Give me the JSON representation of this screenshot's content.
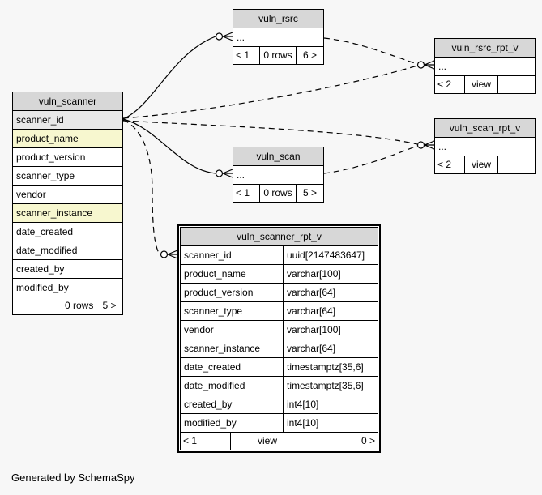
{
  "page": {
    "credit": "Generated by SchemaSpy",
    "background": "#f7f7f7"
  },
  "colors": {
    "page_bg": "#f7f7f7",
    "header_bg": "#d7d7d7",
    "pk_bg": "#e8e8e8",
    "indexed_bg": "#f7f7cf",
    "row_bg": "#ffffff",
    "line": "#000000"
  },
  "tables": {
    "vuln_scanner": {
      "title": "vuln_scanner",
      "columns": [
        {
          "name": "scanner_id",
          "style": "pk"
        },
        {
          "name": "product_name",
          "style": "idx"
        },
        {
          "name": "product_version"
        },
        {
          "name": "scanner_type"
        },
        {
          "name": "vendor"
        },
        {
          "name": "scanner_instance",
          "style": "idx"
        },
        {
          "name": "date_created"
        },
        {
          "name": "date_modified"
        },
        {
          "name": "created_by"
        },
        {
          "name": "modified_by"
        }
      ],
      "footer": {
        "left": "",
        "mid": "0 rows",
        "right": "5 >"
      }
    },
    "vuln_rsrc": {
      "title": "vuln_rsrc",
      "body": "...",
      "footer": {
        "left": "< 1",
        "mid": "0 rows",
        "right": "6 >"
      }
    },
    "vuln_rsrc_rpt_v": {
      "title": "vuln_rsrc_rpt_v",
      "body": "...",
      "footer": {
        "left": "< 2",
        "mid": "view",
        "right": ""
      }
    },
    "vuln_scan": {
      "title": "vuln_scan",
      "body": "...",
      "footer": {
        "left": "< 1",
        "mid": "0 rows",
        "right": "5 >"
      }
    },
    "vuln_scan_rpt_v": {
      "title": "vuln_scan_rpt_v",
      "body": "...",
      "footer": {
        "left": "< 2",
        "mid": "view",
        "right": ""
      }
    },
    "vuln_scanner_rpt_v": {
      "title": "vuln_scanner_rpt_v",
      "columns": [
        {
          "name": "scanner_id",
          "type": "uuid[2147483647]"
        },
        {
          "name": "product_name",
          "type": "varchar[100]"
        },
        {
          "name": "product_version",
          "type": "varchar[64]"
        },
        {
          "name": "scanner_type",
          "type": "varchar[64]"
        },
        {
          "name": "vendor",
          "type": "varchar[100]"
        },
        {
          "name": "scanner_instance",
          "type": "varchar[64]"
        },
        {
          "name": "date_created",
          "type": "timestamptz[35,6]"
        },
        {
          "name": "date_modified",
          "type": "timestamptz[35,6]"
        },
        {
          "name": "created_by",
          "type": "int4[10]"
        },
        {
          "name": "modified_by",
          "type": "int4[10]"
        }
      ],
      "footer": {
        "left": "< 1",
        "mid": "view",
        "right": "0 >"
      }
    }
  },
  "relationships": [
    {
      "from": "vuln_scanner.scanner_id",
      "to": "vuln_rsrc",
      "style": "solid"
    },
    {
      "from": "vuln_scanner.scanner_id",
      "to": "vuln_scan",
      "style": "solid"
    },
    {
      "from": "vuln_scanner.scanner_id",
      "to": "vuln_scanner_rpt_v.scanner_id",
      "style": "dashed"
    },
    {
      "from": "vuln_scanner.scanner_id",
      "to": "vuln_rsrc_rpt_v",
      "style": "dashed"
    },
    {
      "from": "vuln_rsrc",
      "to": "vuln_rsrc_rpt_v",
      "style": "dashed"
    },
    {
      "from": "vuln_scanner.scanner_id",
      "to": "vuln_scan_rpt_v",
      "style": "dashed"
    },
    {
      "from": "vuln_scan",
      "to": "vuln_scan_rpt_v",
      "style": "dashed"
    }
  ]
}
